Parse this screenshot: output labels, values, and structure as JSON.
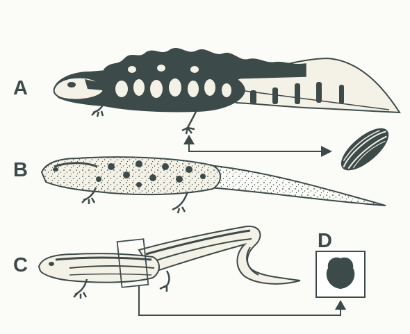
{
  "labels": {
    "a": "A",
    "b": "B",
    "c": "C",
    "d": "D"
  },
  "colors": {
    "background": "#fbfbf8",
    "ink": "#3c4a4a",
    "skin": "#f4f1e6"
  },
  "illustrations": [
    "newt-a-crested-breeding",
    "newt-b-spotted",
    "newt-c-striped",
    "egg-wrapped-in-leaf",
    "cross-section-d"
  ]
}
